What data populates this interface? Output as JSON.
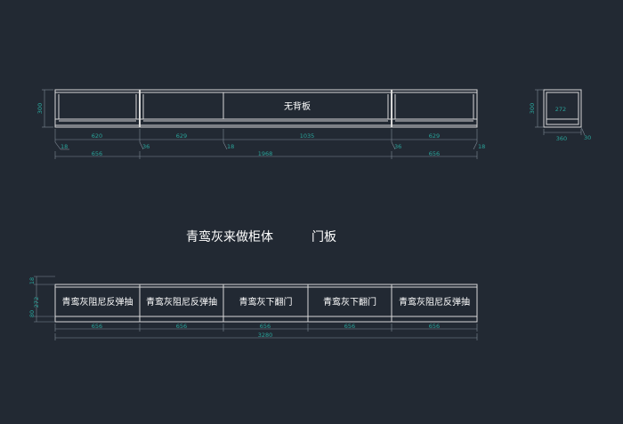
{
  "colors": {
    "background": "#222933",
    "lines": "#d8d8d8",
    "dimension_text": "#2aa39a",
    "label_text": "#ffffff"
  },
  "top_elevation": {
    "no_back_panel": "无背板",
    "height_dim": "300",
    "inner_widths": [
      "620",
      "629",
      "1035",
      "629"
    ],
    "thickness_marks": [
      "18",
      "36",
      "18",
      "36",
      "18"
    ],
    "outer_widths": [
      "656",
      "1968",
      "656"
    ]
  },
  "side_view": {
    "height_dim": "300",
    "inner_dim": "272",
    "width_dim": "360",
    "depth_dim": "30"
  },
  "title": {
    "main": "青鸾灰来做柜体",
    "sub": "门板"
  },
  "door_elevation": {
    "panels": [
      "青鸾灰阻尼反弹抽",
      "青鸾灰阻尼反弹抽",
      "青鸾灰下翻门",
      "青鸾灰下翻门",
      "青鸾灰阻尼反弹抽"
    ],
    "panel_widths": [
      "656",
      "656",
      "656",
      "656",
      "656"
    ],
    "total_width": "3280",
    "height_dims": [
      "18",
      "272",
      "80"
    ]
  }
}
